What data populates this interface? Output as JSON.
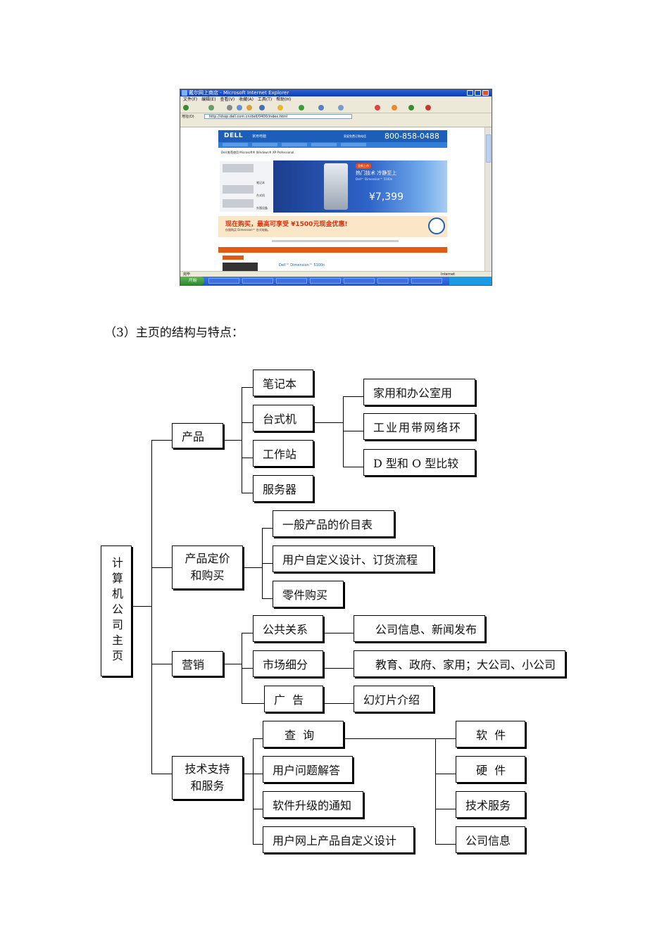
{
  "screenshot": {
    "window_title": "戴尔网上商店 - Microsoft Internet Explorer",
    "menu": [
      "文件(F)",
      "编辑(E)",
      "查看(V)",
      "收藏(A)",
      "工具(T)",
      "帮助(H)"
    ],
    "address_label": "地址(D)",
    "address": "http://shop.dell.com.cn/dell/0400/index.html",
    "status_left": "完毕",
    "status_right": "Internet",
    "start_label": "开始",
    "site": {
      "logo": "DELL",
      "subtitle": "家用电脑",
      "hotline_label": "家庭免费订购电话",
      "phone": "800-858-0488",
      "recommend": "Dell 推荐使用 Microsoft® Windows® XP Professional.",
      "thumb_labels": [
        "笔记本",
        "台式机",
        "外围设备"
      ],
      "badge": "全新上市",
      "headline": "热门技术 冷静至上",
      "model": "Dell™ Dimension™ 5100n",
      "price": "¥7,399",
      "promo_title": "现在购买，最高可享受 ¥1500元现金优惠!",
      "promo_sub": "仅限购买 Dimension™ 台式电脑。",
      "bottom_link": "Dell™ Dimension™ 5100n"
    }
  },
  "heading": "（3）主页的结构与特点：",
  "tree": {
    "root": "计算机公司主页",
    "products": {
      "label": "产品",
      "children": [
        "笔记本",
        "台式机",
        "工作站",
        "服务器"
      ],
      "desktop_children": [
        "家用和办公室用",
        "工业用带网络环",
        "D 型和 O 型比较"
      ]
    },
    "pricing": {
      "label": "产品定价和购买",
      "children": [
        "一般产品的价目表",
        "用户自定义设计、订货流程",
        "零件购买"
      ]
    },
    "marketing": {
      "label": "营销",
      "children": [
        "公共关系",
        "市场细分",
        "广  告"
      ],
      "details": [
        "公司信息、新闻发布",
        "教育、政府、家用；大公司、小公司",
        "幻灯片介绍"
      ]
    },
    "support": {
      "label": "技术支持和服务",
      "children": [
        "查  询",
        "用户问题解答",
        "软件升级的通知",
        "用户网上产品自定义设计"
      ],
      "query_children": [
        "软  件",
        "硬  件",
        "技术服务",
        "公司信息"
      ]
    }
  }
}
